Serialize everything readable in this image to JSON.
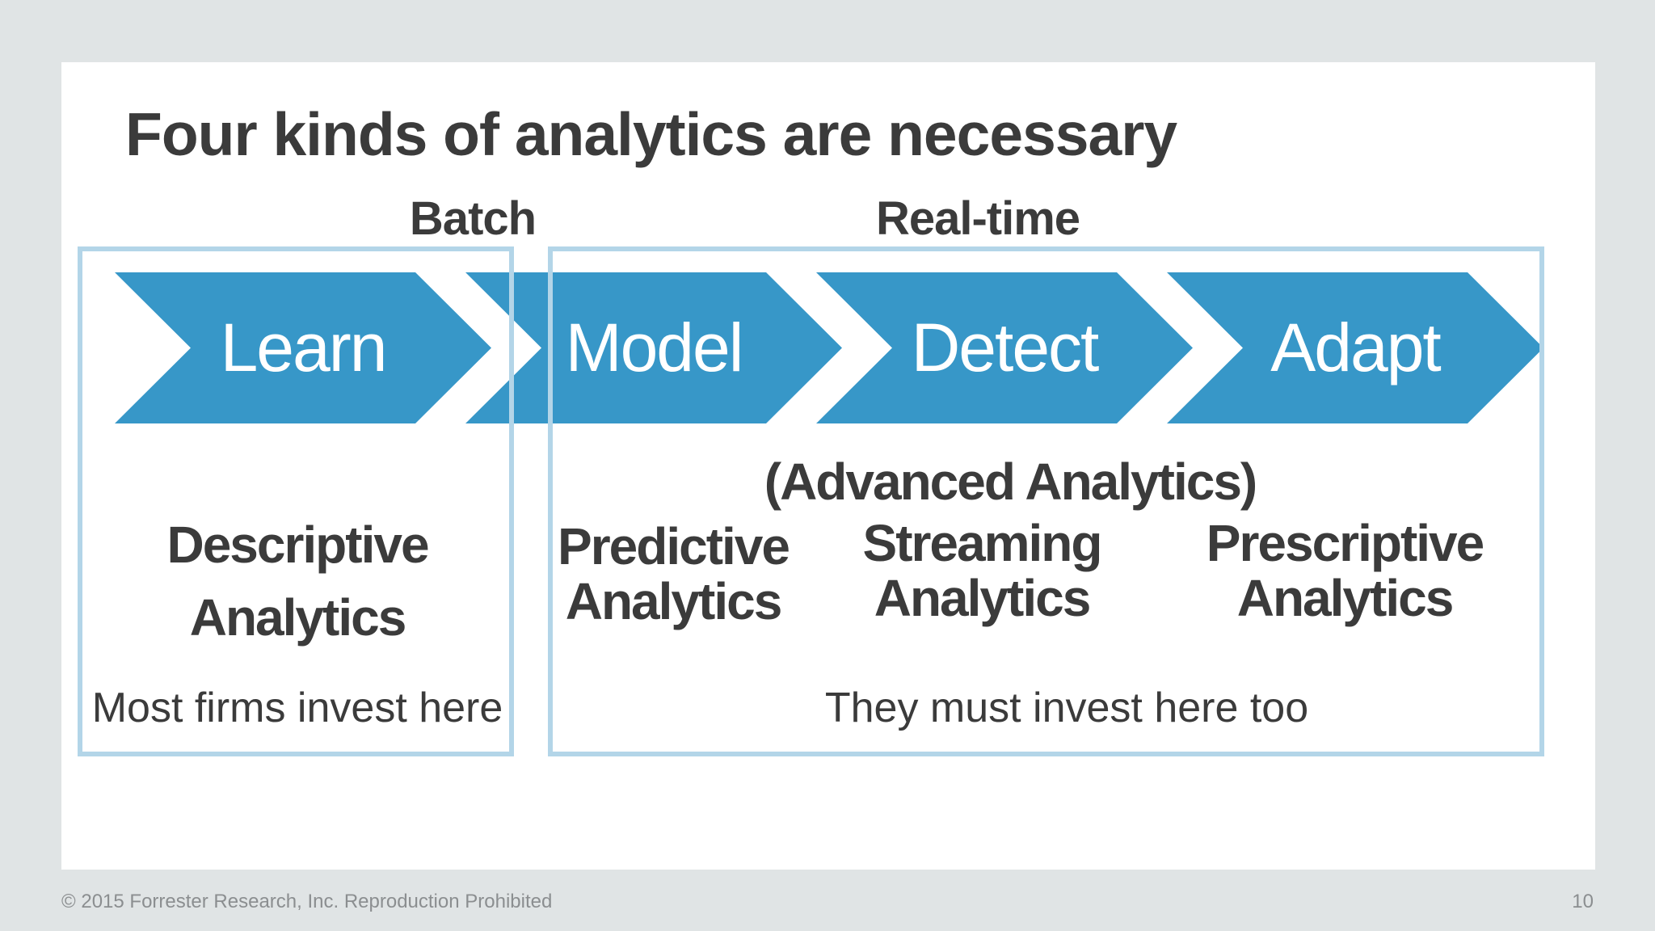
{
  "slide": {
    "title": "Four kinds of analytics are necessary",
    "groups": {
      "batch": {
        "label": "Batch",
        "category": {
          "line1": "Descriptive",
          "line2": "Analytics"
        },
        "note": "Most firms invest here"
      },
      "realtime": {
        "label": "Real-time",
        "subtitle": "(Advanced Analytics)",
        "categories": [
          {
            "line1": "Predictive",
            "line2": "Analytics"
          },
          {
            "line1": "Streaming",
            "line2": "Analytics"
          },
          {
            "line1": "Prescriptive",
            "line2": "Analytics"
          }
        ],
        "note": "They must invest here too"
      }
    },
    "chevrons": [
      {
        "label": "Learn"
      },
      {
        "label": "Model"
      },
      {
        "label": "Detect"
      },
      {
        "label": "Adapt"
      }
    ]
  },
  "footer": {
    "copyright": "© 2015 Forrester Research, Inc. Reproduction Prohibited",
    "page_number": "10"
  },
  "colors": {
    "background_gray": "#e0e4e5",
    "slide_white": "#ffffff",
    "chevron_blue": "#3797c8",
    "chevron_text": "#ffffff",
    "group_box_border": "#b3d5e8",
    "text_dark": "#3b3b3b",
    "footer_gray": "#8b8e90"
  }
}
